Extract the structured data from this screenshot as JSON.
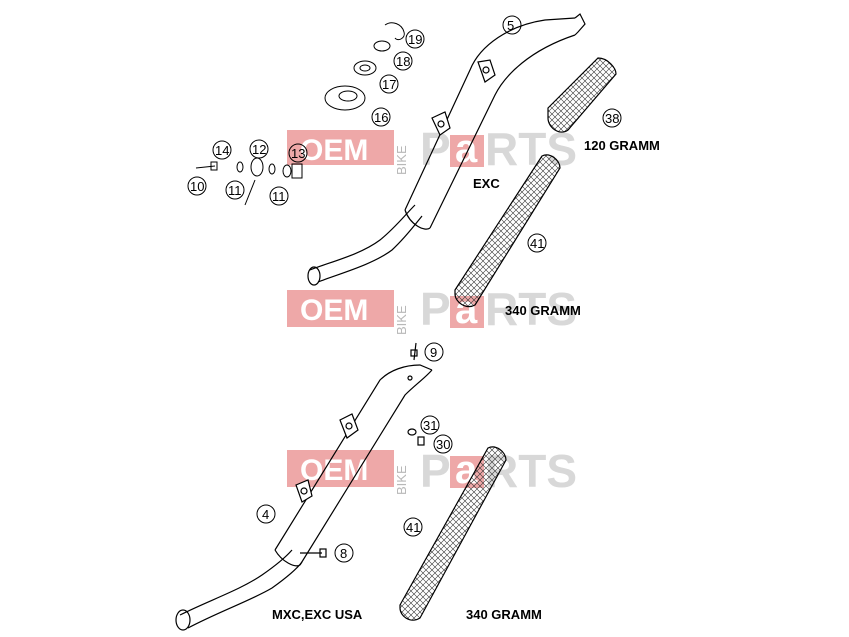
{
  "watermark": {
    "brand_left": "OEM",
    "brand_vertical": "BIKE",
    "brand_right_1": "P",
    "brand_a": "a",
    "brand_right_2": "RTS"
  },
  "parts": {
    "p5": "5",
    "p19": "19",
    "p18": "18",
    "p17": "17",
    "p16": "16",
    "p14": "14",
    "p12": "12",
    "p13": "13",
    "p10": "10",
    "p11a": "11",
    "p11b": "11",
    "p38": "38",
    "p41a": "41",
    "p9": "9",
    "p31": "31",
    "p30": "30",
    "p4": "4",
    "p8": "8",
    "p41b": "41"
  },
  "captions": {
    "gramm_120": "120 GRAMM",
    "exc": "EXC",
    "gramm_340_top": "340 GRAMM",
    "mxc_exc_usa": "MXC,EXC USA",
    "gramm_340_bottom": "340 GRAMM"
  },
  "colors": {
    "watermark_red": "#e06060",
    "line": "#000000",
    "background": "#ffffff"
  }
}
